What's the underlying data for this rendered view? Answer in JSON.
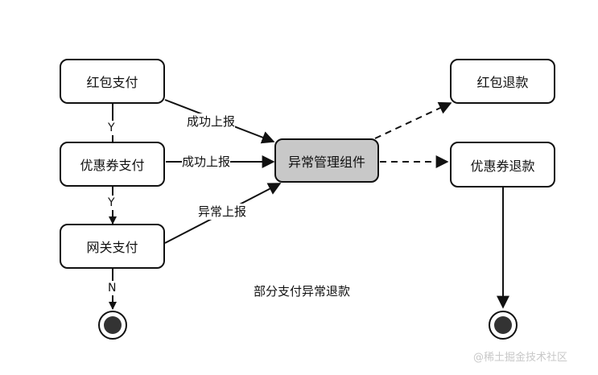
{
  "nodes": {
    "hongbao_pay": "红包支付",
    "youhui_pay": "优惠券支付",
    "gateway_pay": "网关支付",
    "exception_component": "异常管理组件",
    "hongbao_refund": "红包退款",
    "youhui_refund": "优惠券退款"
  },
  "edge_labels": {
    "success_report_1": "成功上报",
    "success_report_2": "成功上报",
    "exception_report": "异常上报",
    "yes_1": "Y",
    "yes_2": "Y",
    "no": "N"
  },
  "caption": "部分支付异常退款",
  "watermark": "@稀土掘金技术社区",
  "colors": {
    "highlight_node": "#c8c8c8",
    "line": "#111111",
    "watermark": "#c8c8c8"
  }
}
